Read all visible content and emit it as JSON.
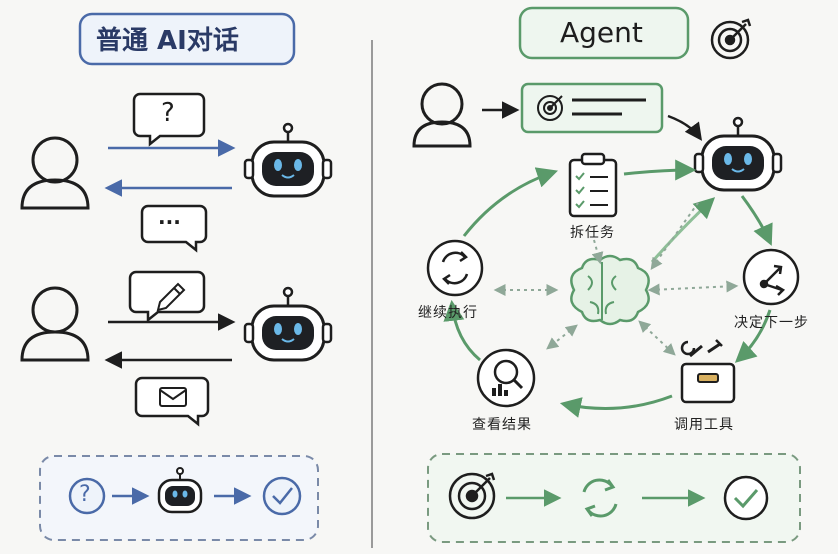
{
  "left_panel": {
    "title": "普通 AI对话",
    "question_mark": "?",
    "ellipsis": "···"
  },
  "right_panel": {
    "title": "Agent",
    "steps": {
      "split_task": "拆任务",
      "decide_next": "决定下一步",
      "call_tool": "调用工具",
      "view_result": "查看结果",
      "continue_exec": "继续执行"
    }
  },
  "colors": {
    "blue": "#4a6aa8",
    "green": "#5a9a6a",
    "ink": "#1e1e1e"
  }
}
